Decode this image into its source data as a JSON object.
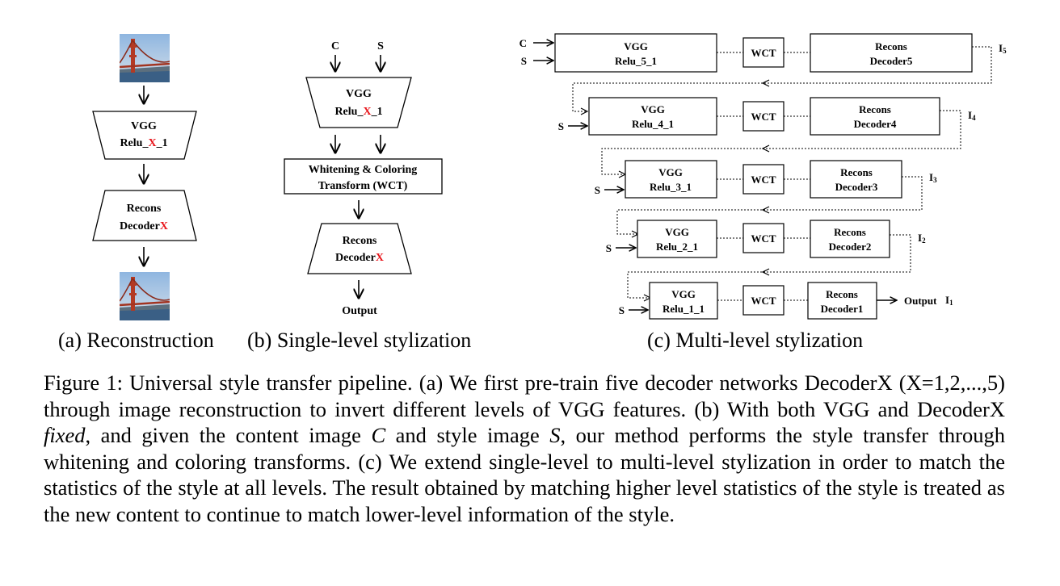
{
  "panel_a": {
    "vgg_line1": "VGG",
    "vgg_line2_pre": "Relu_",
    "vgg_line2_x": "X",
    "vgg_line2_post": "_1",
    "dec_line1": "Recons",
    "dec_line2_pre": "Decoder",
    "dec_line2_x": "X",
    "subcaption": "(a) Reconstruction"
  },
  "panel_b": {
    "input_c": "C",
    "input_s": "S",
    "vgg_line1": "VGG",
    "vgg_line2_pre": "Relu_",
    "vgg_line2_x": "X",
    "vgg_line2_post": "_1",
    "wct_line1": "Whitening & Coloring",
    "wct_line2": "Transform (WCT)",
    "dec_line1": "Recons",
    "dec_line2_pre": "Decoder",
    "dec_line2_x": "X",
    "output": "Output",
    "subcaption": "(b) Single-level stylization"
  },
  "panel_c": {
    "input_c": "C",
    "input_s": "S",
    "wct": "WCT",
    "vgg_title": "VGG",
    "dec_title": "Recons",
    "output": "Output",
    "levels": [
      {
        "relu": "Relu_5_1",
        "decoder": "Decoder5",
        "i_letter": "I",
        "i_num": "5"
      },
      {
        "relu": "Relu_4_1",
        "decoder": "Decoder4",
        "i_letter": "I",
        "i_num": "4"
      },
      {
        "relu": "Relu_3_1",
        "decoder": "Decoder3",
        "i_letter": "I",
        "i_num": "3"
      },
      {
        "relu": "Relu_2_1",
        "decoder": "Decoder2",
        "i_letter": "I",
        "i_num": "2"
      },
      {
        "relu": "Relu_1_1",
        "decoder": "Decoder1",
        "i_letter": "I",
        "i_num": "1"
      }
    ],
    "subcaption": "(c) Multi-level stylization"
  },
  "caption": {
    "p1": "Figure 1: Universal style transfer pipeline. (a) We first pre-train five decoder networks DecoderX (X=1,2,...,5) through image reconstruction to invert different levels of VGG features. (b) With both VGG and DecoderX ",
    "fixed": "fixed",
    "p2": ", and given the content image ",
    "c_var": "C",
    "p3": " and style image ",
    "s_var": "S",
    "p4": ", our method performs the style transfer through whitening and coloring transforms. (c) We extend single-level to multi-level stylization in order to match the statistics of the style at all levels. The result obtained by matching higher level statistics of the style is treated as the new content to continue to match lower-level information of the style."
  }
}
